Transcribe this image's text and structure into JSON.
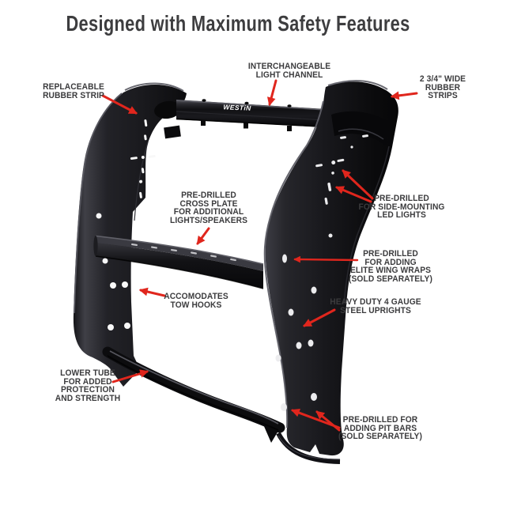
{
  "title": "Designed with Maximum Safety Features",
  "brand": {
    "logo_text": "WESTiN"
  },
  "colors": {
    "background": "#ffffff",
    "label_text": "#3b3b3d",
    "arrow_red": "#e0261d",
    "product_black": "#101013",
    "logo_white": "#ffffff"
  },
  "callouts": [
    {
      "id": "replaceable-rubber-strip",
      "lines": [
        "REPLACEABLE",
        "RUBBER STRIP"
      ]
    },
    {
      "id": "interchangeable-light-channel",
      "lines": [
        "INTERCHANGEABLE",
        "LIGHT CHANNEL"
      ]
    },
    {
      "id": "wide-rubber-strips",
      "lines": [
        "2 3/4\" WIDE",
        "RUBBER",
        "STRIPS"
      ]
    },
    {
      "id": "pre-drilled-cross-plate",
      "lines": [
        "PRE-DRILLED",
        "CROSS PLATE",
        "FOR ADDITIONAL",
        "LIGHTS/SPEAKERS"
      ]
    },
    {
      "id": "side-mounting-led-lights",
      "lines": [
        "PRE-DRILLED",
        "FOR SIDE-MOUNTING",
        "LED LIGHTS"
      ]
    },
    {
      "id": "elite-wing-wraps",
      "lines": [
        "PRE-DRILLED",
        "FOR ADDING",
        "ELITE WING WRAPS",
        "(SOLD SEPARATELY)"
      ]
    },
    {
      "id": "tow-hooks",
      "lines": [
        "ACCOMODATES",
        "TOW HOOKS"
      ]
    },
    {
      "id": "heavy-duty-uprights",
      "lines": [
        "HEAVY DUTY 4 GAUGE",
        "STEEL UPRIGHTS"
      ]
    },
    {
      "id": "lower-tube",
      "lines": [
        "LOWER TUBE",
        "FOR ADDED",
        "PROTECTION",
        "AND STRENGTH"
      ]
    },
    {
      "id": "pit-bars",
      "lines": [
        "PRE-DRILLED FOR",
        "ADDING PIT BARS",
        "(SOLD SEPARATELY)"
      ]
    }
  ]
}
